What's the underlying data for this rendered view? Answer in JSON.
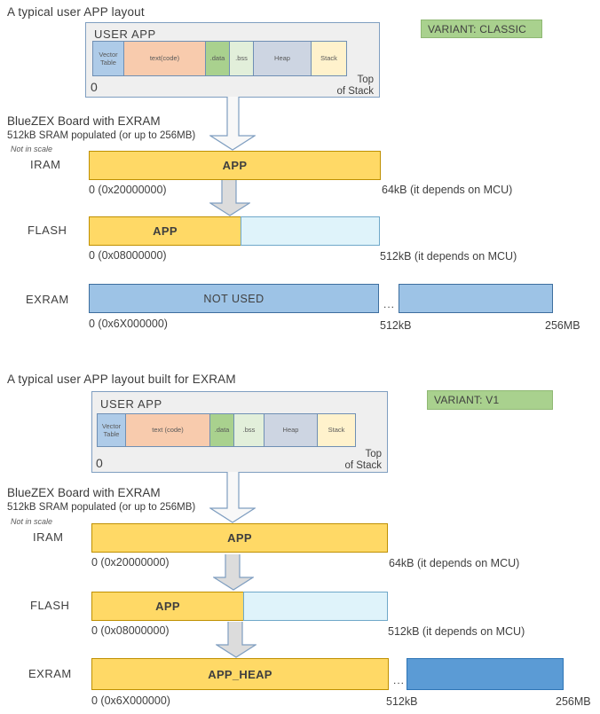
{
  "colors": {
    "app_yellow": "#FFD966",
    "flash_free_cyan": "#DFF3FA",
    "exram_blue_light": "#9DC3E6",
    "exram_blue_strong": "#5B9BD5",
    "variant_green": "#A9D18E",
    "panel_gray": "#EFEFEF",
    "outline_blue": "#7F9EC0"
  },
  "sections": [
    {
      "title": "A typical user APP layout",
      "variant_label": "VARIANT: CLASSIC",
      "user_app": {
        "title": "USER APP",
        "segments": [
          {
            "label": "Vector Table"
          },
          {
            "label": "text(code)"
          },
          {
            "label": ".data"
          },
          {
            "label": ".bss"
          },
          {
            "label": "Heap"
          },
          {
            "label": "Stack"
          }
        ],
        "origin_label": "0",
        "top_label": "Top\nof Stack"
      },
      "board_title": "BlueZEX Board with EXRAM",
      "board_subtitle": "512kB SRAM populated (or up to 256MB)",
      "scale_note": "Not in scale",
      "iram": {
        "label": "IRAM",
        "box_label": "APP",
        "start": "0 (0x20000000)",
        "end": "64kB (it depends on MCU)"
      },
      "flash": {
        "label": "FLASH",
        "box_label": "APP",
        "start": "0 (0x08000000)",
        "end": "512kB (it depends on MCU)"
      },
      "exram": {
        "label": "EXRAM",
        "box_label": "NOT USED",
        "start": "0 (0x6X000000)",
        "mid": "512kB",
        "end": "256MB",
        "ellipsis": "..."
      }
    },
    {
      "title": "A typical user APP layout built for EXRAM",
      "variant_label": "VARIANT: V1",
      "user_app": {
        "title": "USER APP",
        "segments": [
          {
            "label": "Vector Table"
          },
          {
            "label": "text (code)"
          },
          {
            "label": ".data"
          },
          {
            "label": ".bss"
          },
          {
            "label": "Heap"
          },
          {
            "label": "Stack"
          }
        ],
        "origin_label": "0",
        "top_label": "Top\nof Stack"
      },
      "board_title": "BlueZEX Board with EXRAM",
      "board_subtitle": "512kB SRAM populated (or up to 256MB)",
      "scale_note": "Not in scale",
      "iram": {
        "label": "IRAM",
        "box_label": "APP",
        "start": "0 (0x20000000)",
        "end": "64kB (it depends on MCU)"
      },
      "flash": {
        "label": "FLASH",
        "box_label": "APP",
        "start": "0 (0x08000000)",
        "end": "512kB (it depends on MCU)"
      },
      "exram": {
        "label": "EXRAM",
        "box_label": "APP_HEAP",
        "start": "0 (0x6X000000)",
        "mid": "512kB",
        "end": "256MB",
        "ellipsis": "..."
      }
    }
  ]
}
